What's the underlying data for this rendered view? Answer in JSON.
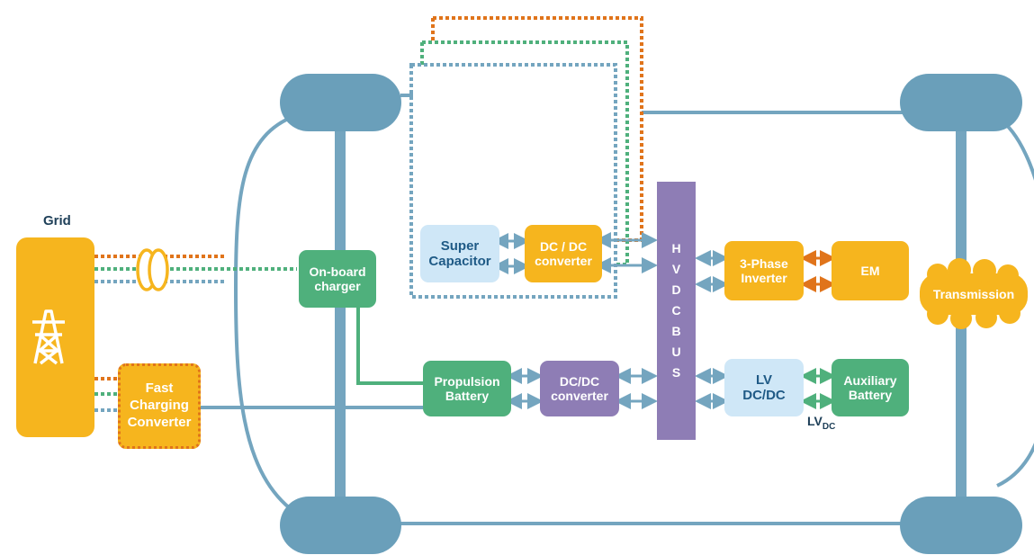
{
  "labels": {
    "grid": "Grid",
    "on_board_charger": "On-board\ncharger",
    "fast_charging_converter": "Fast\nCharging\nConverter",
    "super_capacitor": "Super\nCapacitor",
    "dc_dc_converter_top": "DC / DC\nconverter",
    "hv_dc_bus": "H\nV\nD\nC\nB\nU\nS",
    "three_phase_inverter": "3-Phase\nInverter",
    "em": "EM",
    "transmission": "Transmission",
    "propulsion_battery": "Propulsion\nBattery",
    "dc_dc_converter_bottom": "DC/DC\nconverter",
    "lv_dc_dc": "LV\nDC/DC",
    "auxiliary_battery": "Auxiliary\nBattery",
    "lv_dc_main": "LV",
    "lv_dc_sub": "DC"
  },
  "colors": {
    "frame": "#74a5bf",
    "green": "#4fb07c",
    "orange": "#f6b51e",
    "dash_orange": "#e0741b",
    "purple": "#8e7db5",
    "light_blue": "#cfe7f7",
    "text_dark": "#1f4059"
  },
  "icons": [
    "power-tower-icon",
    "transformer-icon"
  ]
}
